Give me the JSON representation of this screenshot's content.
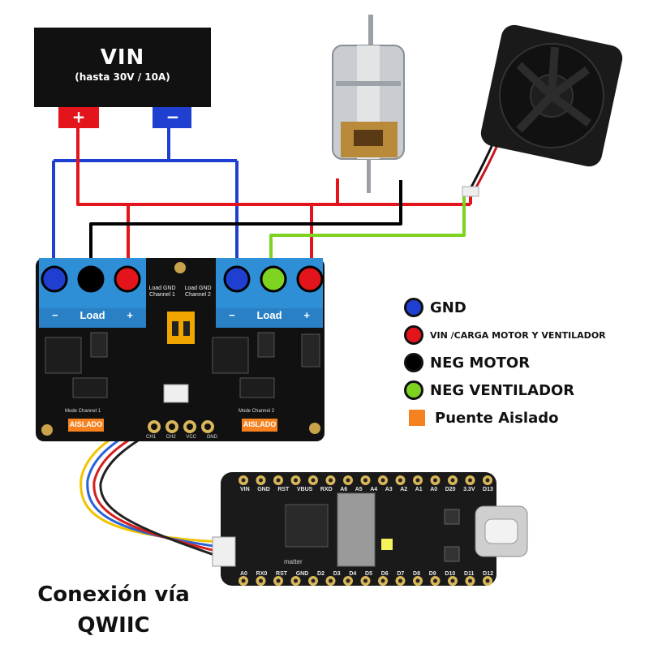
{
  "vin": {
    "title": "VIN",
    "subtitle": "(hasta 30V / 10A)",
    "plus": "+",
    "minus": "−"
  },
  "board": {
    "load_label": "Load",
    "minus": "−",
    "plus": "+",
    "isolated_label": "AISLADO",
    "channel_labels": [
      "Load GND Channel 1",
      "Load GND Channel 2"
    ],
    "mode_labels": [
      "Mode Channel 1",
      "Mode Channel 2"
    ],
    "header_pins": [
      "CH1",
      "CH2",
      "VCC",
      "GND"
    ]
  },
  "mcu": {
    "top_pins": [
      "VIN",
      "GND",
      "RST",
      "VBUS",
      "RXD",
      "A6",
      "A5",
      "A4",
      "A3",
      "A2",
      "A1",
      "A0",
      "D20",
      "3.3V",
      "D13"
    ],
    "bottom_pins": [
      "A0",
      "RX0",
      "RST",
      "GND",
      "D2",
      "D3",
      "D4",
      "D5",
      "D6",
      "D7",
      "D8",
      "D9",
      "D10",
      "D11",
      "D12"
    ],
    "brand": "matter"
  },
  "legend": [
    {
      "color": "#1f3fd0",
      "label": "GND",
      "shape": "dot"
    },
    {
      "color": "#e3141b",
      "label": "VIN /CARGA MOTOR Y VENTILADOR",
      "shape": "dot"
    },
    {
      "color": "#000000",
      "label": "NEG MOTOR",
      "shape": "dot"
    },
    {
      "color": "#7ed321",
      "label": "NEG VENTILADOR",
      "shape": "dot"
    },
    {
      "color": "#f5821f",
      "label": "Puente Aislado",
      "shape": "square"
    }
  ],
  "caption": {
    "line1": "Conexión vía",
    "line2": "QWIIC"
  }
}
